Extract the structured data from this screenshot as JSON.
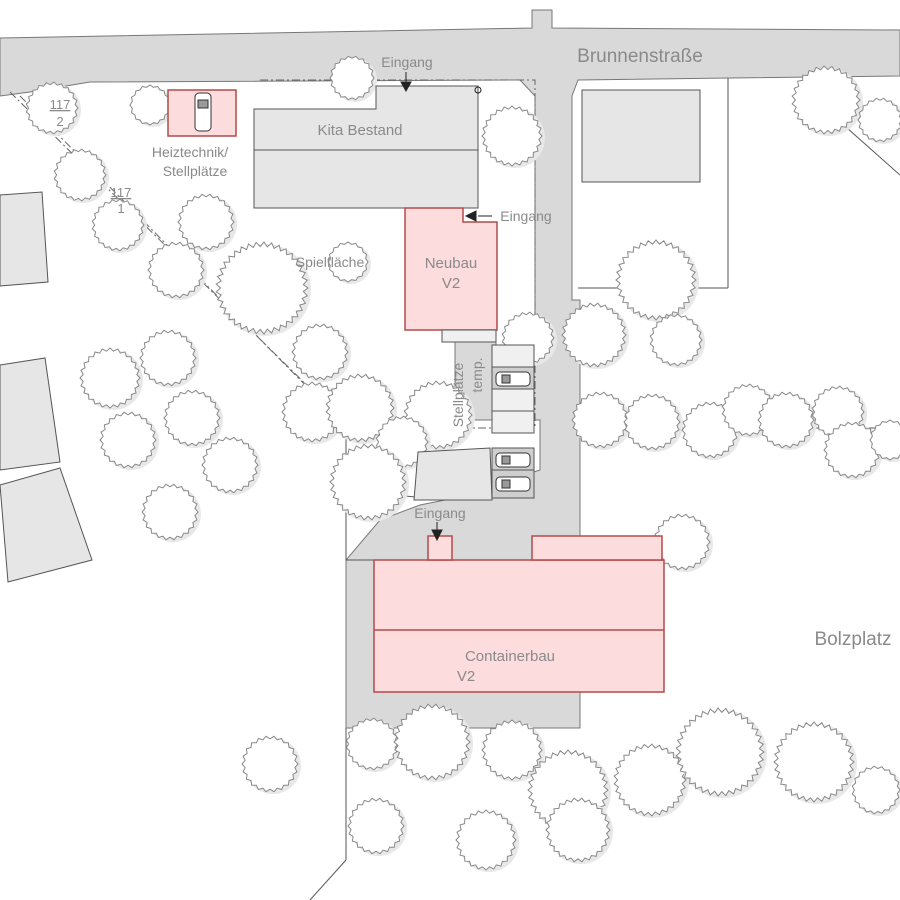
{
  "map": {
    "labels": {
      "street": "Brunnenstraße",
      "entrance_top": "Eingang",
      "entrance_neubau": "Eingang",
      "entrance_container": "Eingang",
      "kita": "Kita Bestand",
      "heating_line1": "Heiztechnik/",
      "heating_line2": "Stellplätze",
      "play_area": "Spielfläche",
      "neubau_line1": "Neubau",
      "neubau_line2": "V2",
      "parking_line1": "Stellplätze",
      "parking_line2": "temp.",
      "container_line1": "Containerbau",
      "container_line2": "V2",
      "football_pitch": "Bolzplatz",
      "parcel_a_top": "117",
      "parcel_a_bottom": "2",
      "parcel_b_top": "117",
      "parcel_b_bottom": "1"
    },
    "colors": {
      "road": "#d9d9d9",
      "building_existing": "#e6e6e6",
      "building_new": "#fcdcdc",
      "building_new_outline": "#b54a4a",
      "label": "#8a8a8a"
    }
  }
}
